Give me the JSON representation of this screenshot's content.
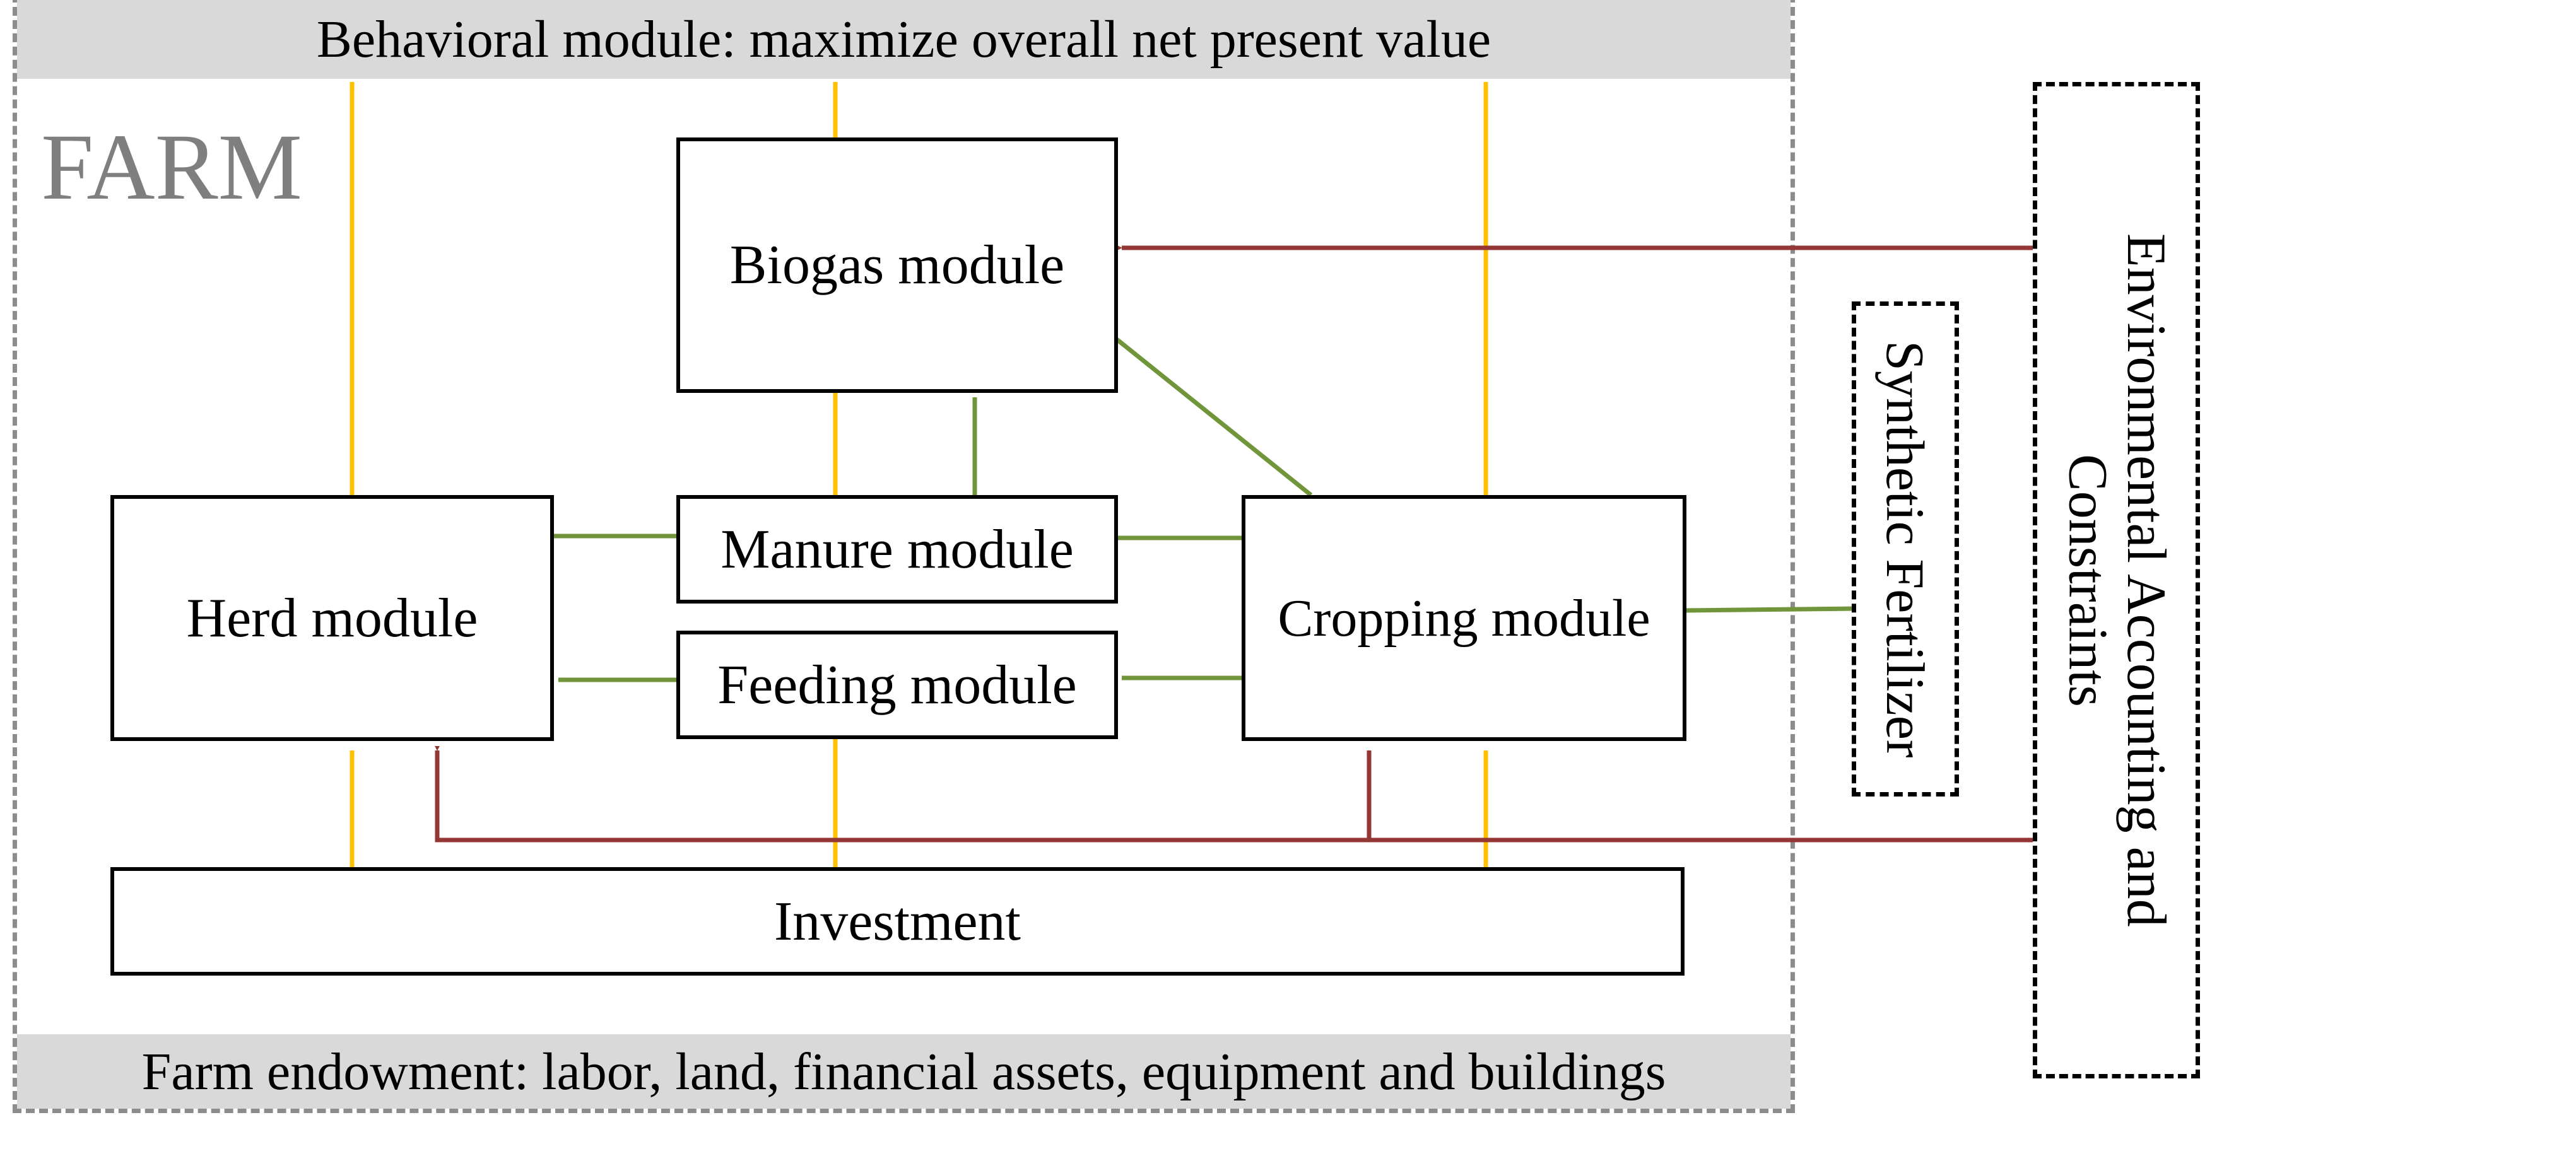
{
  "farm": {
    "label": "FARM",
    "behavioral_band": "Behavioral module: maximize overall net present value",
    "endowment_band": "Farm endowment: labor, land, financial assets, equipment and buildings"
  },
  "modules": {
    "biogas": "Biogas module",
    "manure": "Manure module",
    "feeding": "Feeding module",
    "herd": "Herd module",
    "cropping": "Cropping module",
    "investment": "Investment"
  },
  "external": {
    "synthetic_fertilizer": "Synthetic Fertilizer",
    "environmental_line1": "Environmental Accounting and",
    "environmental_line2": "Constraints"
  },
  "colors": {
    "flow_value": "#ffc000",
    "flow_material": "#70953a",
    "flow_constraint": "#943634",
    "box_border": "#000000",
    "farm_border": "#8c8c8c",
    "band_fill": "#d9d9d9",
    "farm_label": "#7f7f7f"
  }
}
